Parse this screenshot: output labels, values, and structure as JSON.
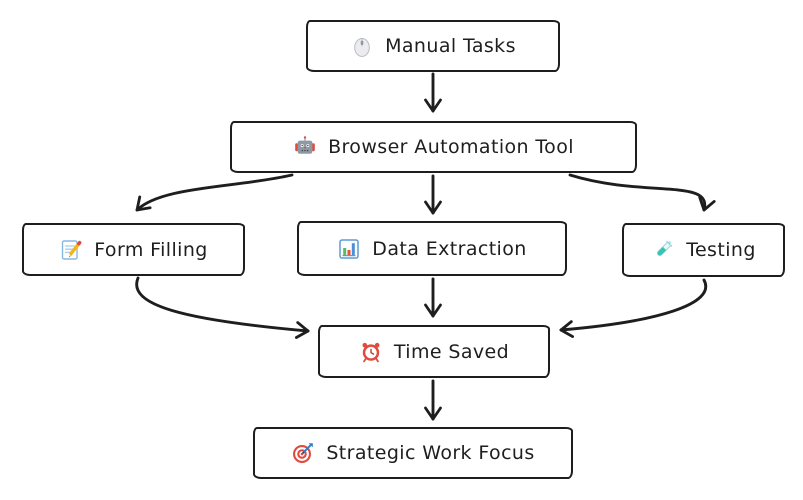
{
  "diagram": {
    "type": "flowchart",
    "background": "#ffffff",
    "stroke_color": "#1e1e1e",
    "nodes": [
      {
        "id": "manual-tasks",
        "label": "Manual Tasks",
        "icon": "mouse-icon"
      },
      {
        "id": "browser-automation-tool",
        "label": "Browser Automation Tool",
        "icon": "robot-icon"
      },
      {
        "id": "form-filling",
        "label": "Form Filling",
        "icon": "memo-pencil-icon"
      },
      {
        "id": "data-extraction",
        "label": "Data Extraction",
        "icon": "bar-chart-icon"
      },
      {
        "id": "testing",
        "label": "Testing",
        "icon": "test-tube-icon"
      },
      {
        "id": "time-saved",
        "label": "Time Saved",
        "icon": "alarm-clock-icon"
      },
      {
        "id": "strategic-work-focus",
        "label": "Strategic Work Focus",
        "icon": "target-icon"
      }
    ],
    "edges": [
      {
        "from": "manual-tasks",
        "to": "browser-automation-tool"
      },
      {
        "from": "browser-automation-tool",
        "to": "form-filling"
      },
      {
        "from": "browser-automation-tool",
        "to": "data-extraction"
      },
      {
        "from": "browser-automation-tool",
        "to": "testing"
      },
      {
        "from": "form-filling",
        "to": "time-saved"
      },
      {
        "from": "data-extraction",
        "to": "time-saved"
      },
      {
        "from": "testing",
        "to": "time-saved"
      },
      {
        "from": "time-saved",
        "to": "strategic-work-focus"
      }
    ]
  }
}
